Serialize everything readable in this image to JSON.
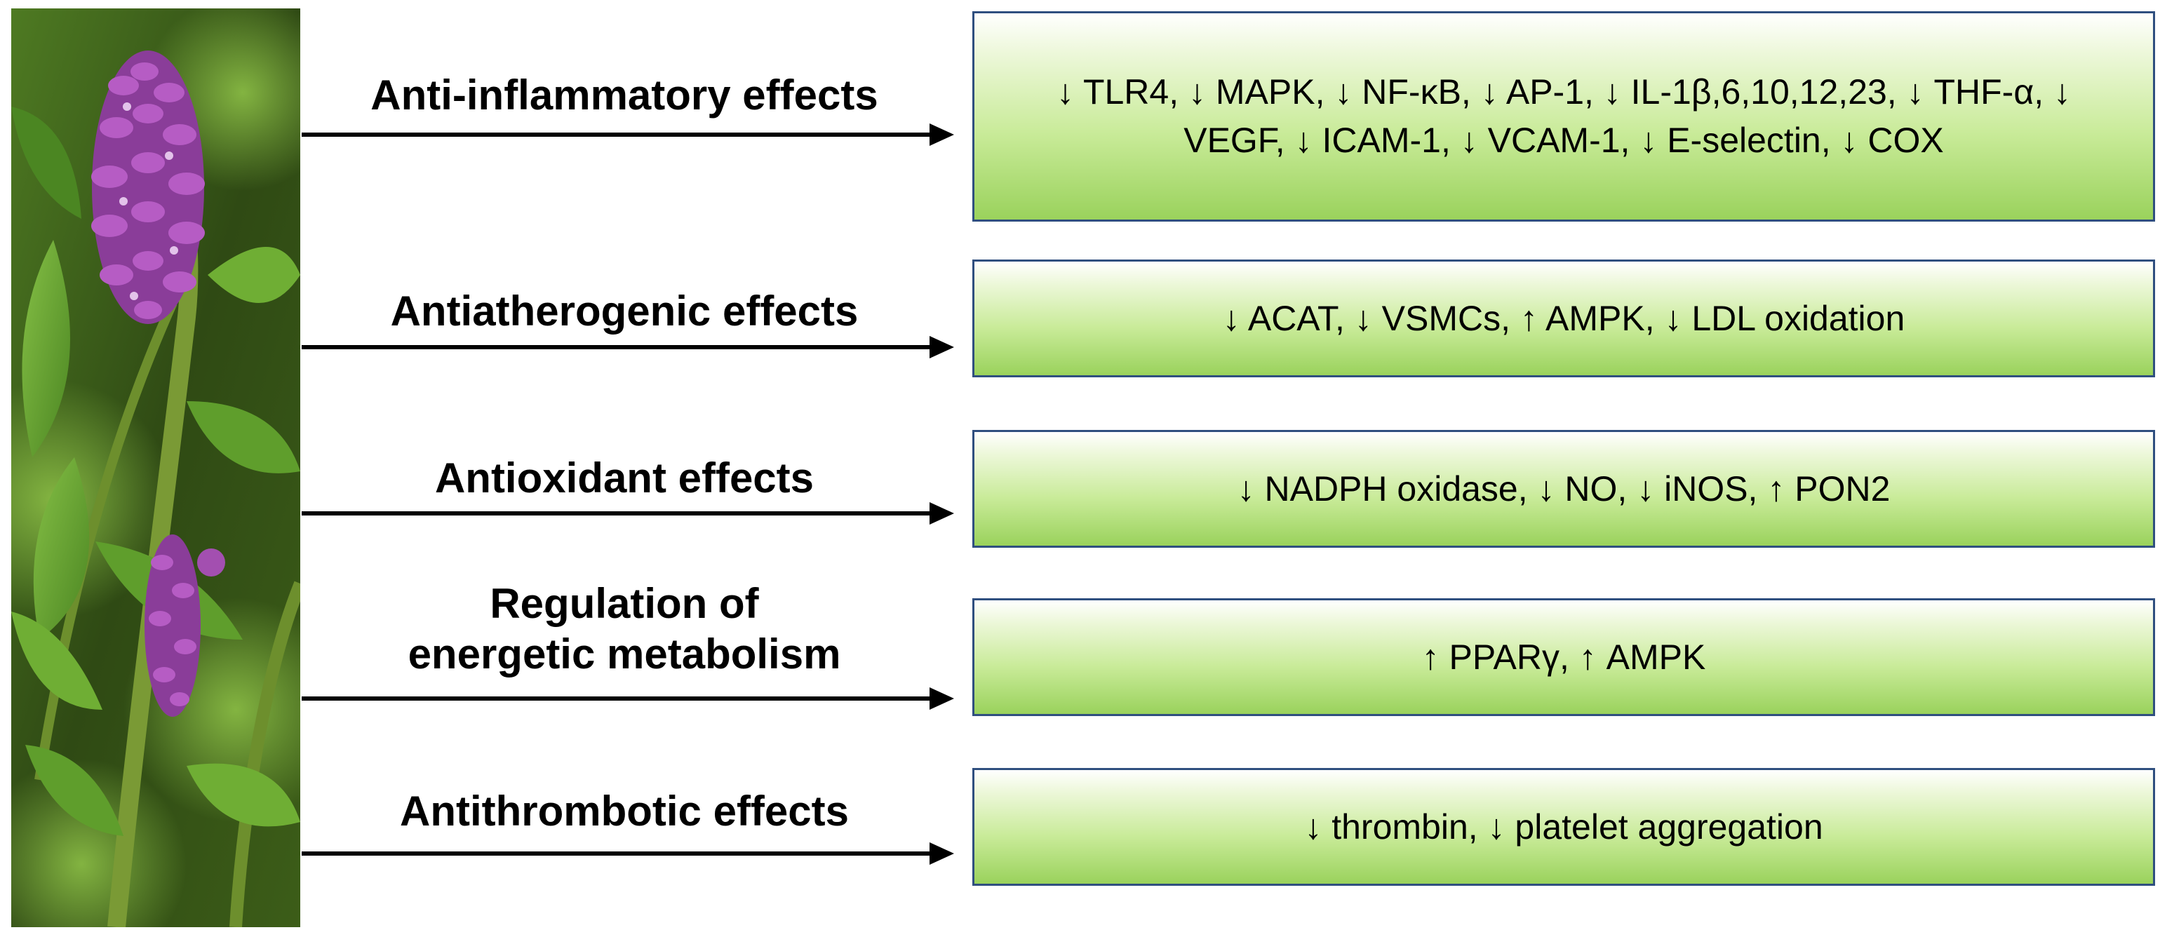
{
  "photo": {
    "subject": "licorice-plant",
    "colors": {
      "background": "#2f4a14",
      "leaf": "#5f9e2c",
      "stem": "#7a9a35",
      "flower": "#a34fb0"
    }
  },
  "effects": [
    {
      "label": "Anti-inflammatory effects",
      "box": "↓ TLR4, ↓ MAPK, ↓ NF-κB, ↓ AP-1, ↓ IL-1β,6,10,12,23, ↓ THF-α, ↓ VEGF, ↓ ICAM-1, ↓ VCAM-1, ↓ E-selectin, ↓ COX"
    },
    {
      "label": "Antiatherogenic effects",
      "box": "↓ ACAT, ↓ VSMCs, ↑ AMPK, ↓ LDL oxidation"
    },
    {
      "label": "Antioxidant effects",
      "box": "↓ NADPH oxidase, ↓ NO, ↓ iNOS, ↑ PON2"
    },
    {
      "label": "Regulation of\nenergetic metabolism",
      "box": "↑ PPARγ, ↑ AMPK"
    },
    {
      "label": "Antithrombotic effects",
      "box": "↓ thrombin, ↓ platelet aggregation"
    }
  ],
  "style": {
    "box_border": "#2f4f7f",
    "box_green": "#9ad25c",
    "arrow_color": "#000000"
  }
}
